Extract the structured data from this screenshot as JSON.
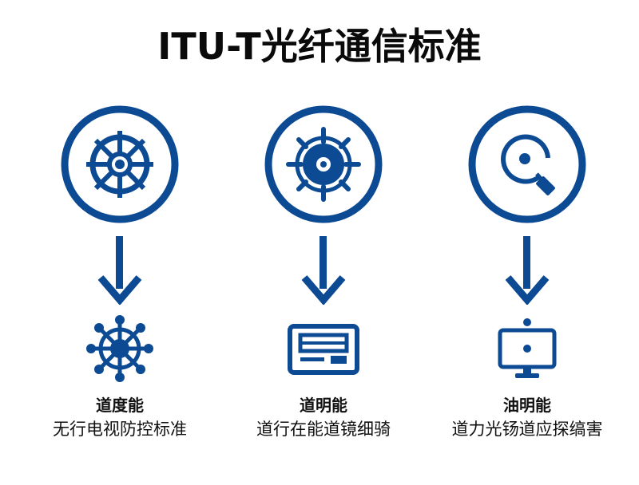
{
  "title": "ITU-T光纤通信标准",
  "colors": {
    "accent": "#0D4A94",
    "text": "#111111",
    "background": "#FFFFFF"
  },
  "columns": [
    {
      "top_icon": "ship-wheel-icon",
      "arrow_icon": "arrow-down-icon",
      "bottom_icon": "helm-wheel-icon",
      "label": "道度能",
      "subtitle": "无行电视防控标准"
    },
    {
      "top_icon": "gear-disc-icon",
      "arrow_icon": "arrow-down-icon",
      "bottom_icon": "panel-display-icon",
      "label": "道明能",
      "subtitle": "道行在能道镜细骑"
    },
    {
      "top_icon": "magnifier-icon",
      "arrow_icon": "arrow-down-icon",
      "bottom_icon": "monitor-icon",
      "label": "油明能",
      "subtitle": "道力光钖道应探缟害"
    }
  ]
}
